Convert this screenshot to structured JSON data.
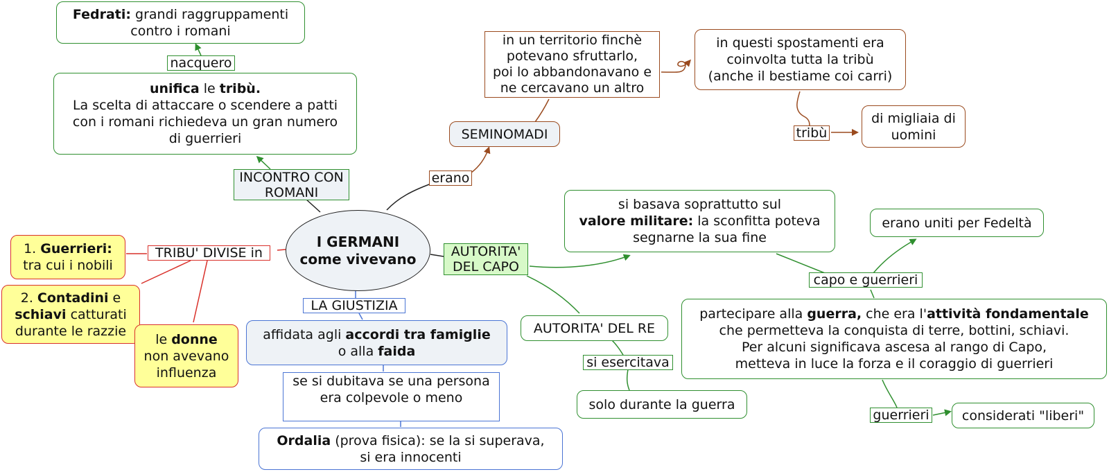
{
  "center": {
    "line1": "I GERMANI",
    "line2": "come vivevano"
  },
  "fedrati": {
    "bold": "Fedrati:",
    "text1": " grandi raggruppamenti",
    "text2": "contro i romani"
  },
  "nacquero": "nacquero",
  "unifica": {
    "bold1": "unifica",
    "mid": " le ",
    "bold2": "tribù.",
    "line2": "La scelta di attaccare o scendere a patti",
    "line3": "con i romani richiedeva un gran numero",
    "line4": "di guerrieri"
  },
  "incontro": {
    "line1": "INCONTRO CON",
    "line2": "ROMANI"
  },
  "territorio": {
    "line1": "in un territorio finchè",
    "line2": "potevano sfruttarlo,",
    "line3": "poi lo abbandonavano e",
    "line4": "ne cercavano un altro"
  },
  "spostamenti": {
    "line1": "in questi spostamenti era",
    "line2": "coinvolta tutta la tribù",
    "line3": "(anche il bestiame coi carri)"
  },
  "tribu_tag": "tribù",
  "migliaia": {
    "line1": "di migliaia di",
    "line2": "uomini"
  },
  "seminomadi": "SEMINOMADI",
  "erano": "erano",
  "tribu_divise": "TRIBU' DIVISE in",
  "guerrieri_box": {
    "prefix": "1. ",
    "bold": "Guerrieri:",
    "line2": "tra cui i nobili"
  },
  "contadini_box": {
    "prefix": "2. ",
    "bold1": "Contadini",
    "mid": " e",
    "bold2": "schiavi",
    "rest": " catturati",
    "line3": "durante le razzie"
  },
  "donne_box": {
    "pre": "le ",
    "bold": "donne",
    "line2": "non avevano",
    "line3": "influenza"
  },
  "giustizia": "LA GIUSTIZIA",
  "affidata": {
    "pre": "affidata agli ",
    "bold1": "accordi tra famiglie",
    "line2pre": "o alla ",
    "bold2": "faida"
  },
  "dubitava": {
    "line1": "se si dubitava se una persona",
    "line2": "era colpevole o meno"
  },
  "ordalia": {
    "bold": "Ordalia",
    "text1": " (prova fisica): se la si superava,",
    "line2": "si era innocenti"
  },
  "autorita_capo": {
    "line1": "AUTORITA'",
    "line2": "DEL CAPO"
  },
  "valore": {
    "line1": "si basava soprattutto sul",
    "bold": "valore militare:",
    "rest": " la sconfitta poteva",
    "line3": "segnarne la sua fine"
  },
  "fedelta": "erano uniti per Fedeltà",
  "capo_guerrieri": "capo e guerrieri",
  "partecipare": {
    "pre": "partecipare alla ",
    "bold1": "guerra,",
    "mid": " che era l'",
    "bold2": "attività fondamentale",
    "line2": "che permetteva la conquista di terre, bottini, schiavi.",
    "line3": "Per alcuni significava ascesa al rango di Capo,",
    "line4": "metteva in luce la forza e il coraggio di guerrieri"
  },
  "autorita_re": "AUTORITA' DEL RE",
  "si_esercitava": "si esercitava",
  "solo_guerra": "solo durante la guerra",
  "guerrieri_tag": "guerrieri",
  "liberi": "considerati \"liberi\"",
  "colors": {
    "green": "#2f8f2f",
    "brown": "#9a4a1e",
    "blue": "#4a74d4",
    "red": "#d9302a",
    "yellow": "#ffff99",
    "center_fill": "#eef2f6",
    "lightgreen": "#d7f9c8"
  }
}
